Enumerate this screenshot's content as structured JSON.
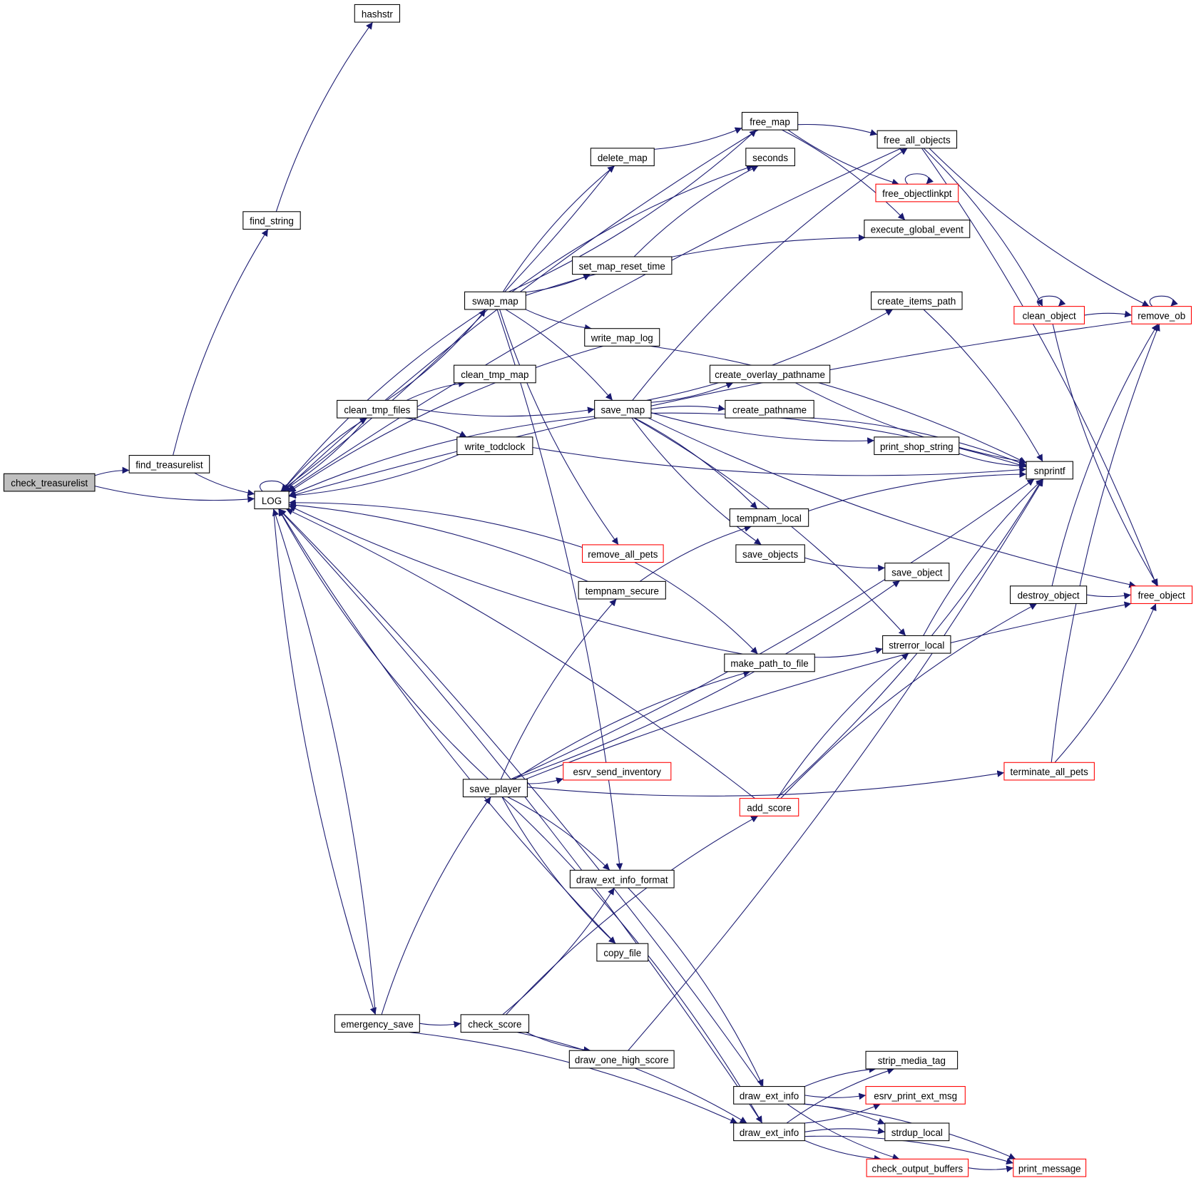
{
  "colors": {
    "edge": "#191970",
    "highlight_border": "#ff0000",
    "current_fill": "#bfbfbf",
    "node_border": "#000000"
  },
  "nodes": [
    {
      "id": "check_treasurelist",
      "label": "check_treasurelist",
      "current": true
    },
    {
      "id": "find_treasurelist",
      "label": "find_treasurelist"
    },
    {
      "id": "LOG",
      "label": "LOG"
    },
    {
      "id": "hashstr",
      "label": "hashstr"
    },
    {
      "id": "find_string",
      "label": "find_string"
    },
    {
      "id": "free_map",
      "label": "free_map"
    },
    {
      "id": "delete_map",
      "label": "delete_map"
    },
    {
      "id": "seconds",
      "label": "seconds"
    },
    {
      "id": "free_all_objects",
      "label": "free_all_objects"
    },
    {
      "id": "free_objectlinkpt",
      "label": "free_objectlinkpt",
      "red": true
    },
    {
      "id": "execute_global_event",
      "label": "execute_global_event"
    },
    {
      "id": "set_map_reset_time",
      "label": "set_map_reset_time"
    },
    {
      "id": "swap_map",
      "label": "swap_map"
    },
    {
      "id": "create_items_path",
      "label": "create_items_path"
    },
    {
      "id": "clean_object",
      "label": "clean_object",
      "red": true
    },
    {
      "id": "remove_ob",
      "label": "remove_ob",
      "red": true
    },
    {
      "id": "write_map_log",
      "label": "write_map_log"
    },
    {
      "id": "clean_tmp_map",
      "label": "clean_tmp_map"
    },
    {
      "id": "clean_tmp_files",
      "label": "clean_tmp_files"
    },
    {
      "id": "save_map",
      "label": "save_map"
    },
    {
      "id": "create_overlay_pathname",
      "label": "create_overlay_pathname"
    },
    {
      "id": "create_pathname",
      "label": "create_pathname"
    },
    {
      "id": "print_shop_string",
      "label": "print_shop_string"
    },
    {
      "id": "write_todclock",
      "label": "write_todclock"
    },
    {
      "id": "snprintf",
      "label": "snprintf"
    },
    {
      "id": "tempnam_local",
      "label": "tempnam_local"
    },
    {
      "id": "remove_all_pets",
      "label": "remove_all_pets",
      "red": true
    },
    {
      "id": "save_objects",
      "label": "save_objects"
    },
    {
      "id": "save_object",
      "label": "save_object"
    },
    {
      "id": "tempnam_secure",
      "label": "tempnam_secure"
    },
    {
      "id": "destroy_object",
      "label": "destroy_object"
    },
    {
      "id": "free_object",
      "label": "free_object",
      "red": true
    },
    {
      "id": "strerror_local",
      "label": "strerror_local"
    },
    {
      "id": "make_path_to_file",
      "label": "make_path_to_file"
    },
    {
      "id": "esrv_send_inventory",
      "label": "esrv_send_inventory",
      "red": true
    },
    {
      "id": "save_player",
      "label": "save_player"
    },
    {
      "id": "terminate_all_pets",
      "label": "terminate_all_pets",
      "red": true
    },
    {
      "id": "add_score",
      "label": "add_score",
      "red": true
    },
    {
      "id": "draw_ext_info_format",
      "label": "draw_ext_info_format"
    },
    {
      "id": "copy_file",
      "label": "copy_file"
    },
    {
      "id": "emergency_save",
      "label": "emergency_save"
    },
    {
      "id": "check_score",
      "label": "check_score"
    },
    {
      "id": "draw_one_high_score",
      "label": "draw_one_high_score"
    },
    {
      "id": "strip_media_tag",
      "label": "strip_media_tag"
    },
    {
      "id": "draw_ext_info_1",
      "label": "draw_ext_info"
    },
    {
      "id": "esrv_print_ext_msg",
      "label": "esrv_print_ext_msg",
      "red": true
    },
    {
      "id": "strdup_local",
      "label": "strdup_local"
    },
    {
      "id": "draw_ext_info_2",
      "label": "draw_ext_info"
    },
    {
      "id": "check_output_buffers",
      "label": "check_output_buffers",
      "red": true
    },
    {
      "id": "print_message",
      "label": "print_message",
      "red": true
    }
  ],
  "edges": [
    [
      "check_treasurelist",
      "find_treasurelist"
    ],
    [
      "check_treasurelist",
      "LOG"
    ],
    [
      "find_treasurelist",
      "find_string"
    ],
    [
      "find_treasurelist",
      "LOG"
    ],
    [
      "find_string",
      "hashstr"
    ],
    [
      "LOG",
      "LOG"
    ],
    [
      "LOG",
      "clean_tmp_files"
    ],
    [
      "LOG",
      "emergency_save"
    ],
    [
      "clean_tmp_files",
      "LOG"
    ],
    [
      "clean_tmp_files",
      "swap_map"
    ],
    [
      "clean_tmp_files",
      "clean_tmp_map"
    ],
    [
      "clean_tmp_files",
      "save_map"
    ],
    [
      "clean_tmp_files",
      "write_todclock"
    ],
    [
      "swap_map",
      "LOG"
    ],
    [
      "swap_map",
      "delete_map"
    ],
    [
      "swap_map",
      "free_map"
    ],
    [
      "swap_map",
      "seconds"
    ],
    [
      "swap_map",
      "set_map_reset_time"
    ],
    [
      "swap_map",
      "execute_global_event"
    ],
    [
      "swap_map",
      "write_map_log"
    ],
    [
      "swap_map",
      "save_map"
    ],
    [
      "swap_map",
      "remove_all_pets"
    ],
    [
      "swap_map",
      "draw_ext_info_format"
    ],
    [
      "delete_map",
      "free_map"
    ],
    [
      "delete_map",
      "LOG"
    ],
    [
      "free_map",
      "LOG"
    ],
    [
      "free_map",
      "free_all_objects"
    ],
    [
      "free_map",
      "free_objectlinkpt"
    ],
    [
      "free_map",
      "execute_global_event"
    ],
    [
      "free_all_objects",
      "LOG"
    ],
    [
      "free_all_objects",
      "clean_object"
    ],
    [
      "free_all_objects",
      "remove_ob"
    ],
    [
      "free_all_objects",
      "free_object"
    ],
    [
      "free_objectlinkpt",
      "free_objectlinkpt"
    ],
    [
      "set_map_reset_time",
      "seconds"
    ],
    [
      "write_map_log",
      "LOG"
    ],
    [
      "write_map_log",
      "snprintf"
    ],
    [
      "save_map",
      "LOG"
    ],
    [
      "save_map",
      "free_all_objects"
    ],
    [
      "save_map",
      "create_items_path"
    ],
    [
      "save_map",
      "snprintf"
    ],
    [
      "save_map",
      "create_overlay_pathname"
    ],
    [
      "save_map",
      "create_pathname"
    ],
    [
      "save_map",
      "print_shop_string"
    ],
    [
      "save_map",
      "tempnam_local"
    ],
    [
      "save_map",
      "save_objects"
    ],
    [
      "save_map",
      "strerror_local"
    ],
    [
      "save_map",
      "free_object"
    ],
    [
      "create_items_path",
      "snprintf"
    ],
    [
      "create_overlay_pathname",
      "snprintf"
    ],
    [
      "create_pathname",
      "snprintf"
    ],
    [
      "print_shop_string",
      "snprintf"
    ],
    [
      "write_todclock",
      "LOG"
    ],
    [
      "write_todclock",
      "snprintf"
    ],
    [
      "tempnam_local",
      "snprintf"
    ],
    [
      "remove_all_pets",
      "LOG"
    ],
    [
      "remove_all_pets",
      "make_path_to_file"
    ],
    [
      "tempnam_secure",
      "LOG"
    ],
    [
      "tempnam_secure",
      "tempnam_local"
    ],
    [
      "save_objects",
      "save_object"
    ],
    [
      "make_path_to_file",
      "LOG"
    ],
    [
      "make_path_to_file",
      "strerror_local"
    ],
    [
      "strerror_local",
      "snprintf"
    ],
    [
      "clean_object",
      "clean_object"
    ],
    [
      "clean_object",
      "remove_ob"
    ],
    [
      "clean_object",
      "free_object"
    ],
    [
      "remove_ob",
      "remove_ob"
    ],
    [
      "remove_ob",
      "LOG"
    ],
    [
      "destroy_object",
      "remove_ob"
    ],
    [
      "destroy_object",
      "free_object"
    ],
    [
      "terminate_all_pets",
      "remove_ob"
    ],
    [
      "terminate_all_pets",
      "free_object"
    ],
    [
      "save_player",
      "LOG"
    ],
    [
      "save_player",
      "save_object"
    ],
    [
      "save_player",
      "tempnam_secure"
    ],
    [
      "save_player",
      "snprintf"
    ],
    [
      "save_player",
      "free_object"
    ],
    [
      "save_player",
      "esrv_send_inventory"
    ],
    [
      "save_player",
      "make_path_to_file"
    ],
    [
      "save_player",
      "terminate_all_pets"
    ],
    [
      "save_player",
      "draw_ext_info_format"
    ],
    [
      "save_player",
      "copy_file"
    ],
    [
      "save_player",
      "draw_ext_info_2"
    ],
    [
      "add_score",
      "LOG"
    ],
    [
      "add_score",
      "strerror_local"
    ],
    [
      "add_score",
      "snprintf"
    ],
    [
      "add_score",
      "destroy_object"
    ],
    [
      "emergency_save",
      "LOG"
    ],
    [
      "emergency_save",
      "save_player"
    ],
    [
      "emergency_save",
      "check_score"
    ],
    [
      "emergency_save",
      "draw_ext_info_2"
    ],
    [
      "check_score",
      "draw_ext_info_format"
    ],
    [
      "check_score",
      "add_score"
    ],
    [
      "check_score",
      "draw_one_high_score"
    ],
    [
      "check_score",
      "draw_ext_info_2"
    ],
    [
      "draw_one_high_score",
      "snprintf"
    ],
    [
      "draw_ext_info_format",
      "draw_ext_info_1"
    ],
    [
      "draw_ext_info_1",
      "LOG"
    ],
    [
      "draw_ext_info_1",
      "strip_media_tag"
    ],
    [
      "draw_ext_info_1",
      "esrv_print_ext_msg"
    ],
    [
      "draw_ext_info_1",
      "strdup_local"
    ],
    [
      "draw_ext_info_1",
      "check_output_buffers"
    ],
    [
      "draw_ext_info_1",
      "print_message"
    ],
    [
      "draw_ext_info_2",
      "LOG"
    ],
    [
      "draw_ext_info_2",
      "strip_media_tag"
    ],
    [
      "draw_ext_info_2",
      "esrv_print_ext_msg"
    ],
    [
      "draw_ext_info_2",
      "strdup_local"
    ],
    [
      "draw_ext_info_2",
      "check_output_buffers"
    ],
    [
      "draw_ext_info_2",
      "print_message"
    ],
    [
      "check_output_buffers",
      "print_message"
    ],
    [
      "copy_file",
      "LOG"
    ]
  ]
}
